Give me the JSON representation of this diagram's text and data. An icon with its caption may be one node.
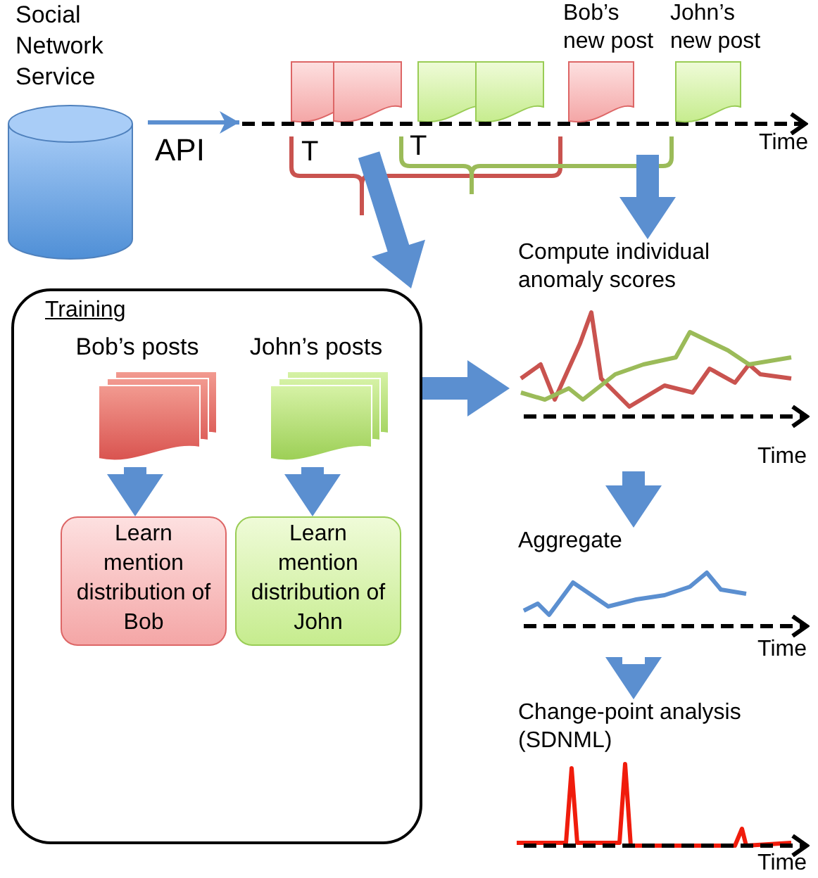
{
  "diagram": {
    "nodes": [
      {
        "text": [
          "Social Network Service"
        ]
      },
      {
        "text": [
          "Time"
        ]
      },
      {
        "text": [
          "Bob’s new post"
        ]
      },
      {
        "text": [
          "John’s new post"
        ]
      },
      {
        "text": [
          "Training"
        ]
      },
      {
        "text": [
          "Bob’s posts"
        ],
        "in": 4
      },
      {
        "text": [
          "John’s posts"
        ],
        "in": 4
      },
      {
        "text": [
          "Learn mention distribution of Bob"
        ],
        "in": 4
      },
      {
        "text": [
          "Learn mention distribution of John"
        ],
        "in": 4
      },
      {
        "text": [
          "Compute individual anomaly scores",
          "Time"
        ]
      },
      {
        "text": [
          "Aggregate",
          "Time"
        ]
      },
      {
        "text": [
          "Change-point analysis (SDNML)",
          "Time"
        ]
      }
    ],
    "edges": [
      {
        "from": 0,
        "to": 1,
        "arrow": "to",
        "label": "API"
      },
      {
        "from": 1,
        "to": 4,
        "arrow": "to",
        "style": "thick"
      },
      {
        "from": 1,
        "to": 9,
        "arrow": "to",
        "style": "thick"
      },
      {
        "from": 5,
        "to": 7,
        "arrow": "to",
        "style": "thick"
      },
      {
        "from": 6,
        "to": 8,
        "arrow": "to",
        "style": "thick"
      },
      {
        "from": 4,
        "to": 9,
        "arrow": "to",
        "style": "thick"
      },
      {
        "from": 9,
        "to": 10,
        "arrow": "to",
        "style": "thick"
      },
      {
        "from": 10,
        "to": 11,
        "arrow": "to",
        "style": "thick"
      }
    ],
    "labels": [
      "T",
      "T"
    ]
  }
}
